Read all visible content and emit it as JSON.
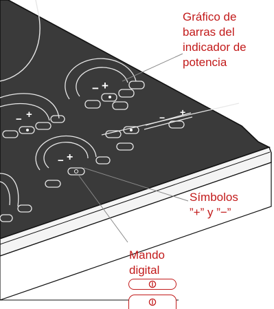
{
  "labels": {
    "power_indicator": [
      "Gráfico de",
      "barras del",
      "indicador de",
      "potencia"
    ],
    "symbols": [
      "Símbolos",
      "”+” y ”−”"
    ],
    "digital_control": [
      "Mando",
      "digital"
    ]
  },
  "icons": {
    "cooktop_control_glyphs": [
      "+",
      "−"
    ],
    "digital_control_symbol": "power-symbol-icon"
  },
  "colors": {
    "callout_text": "#c21a1a",
    "glass_surface": "#3a3a3a",
    "frame": "#111111"
  }
}
